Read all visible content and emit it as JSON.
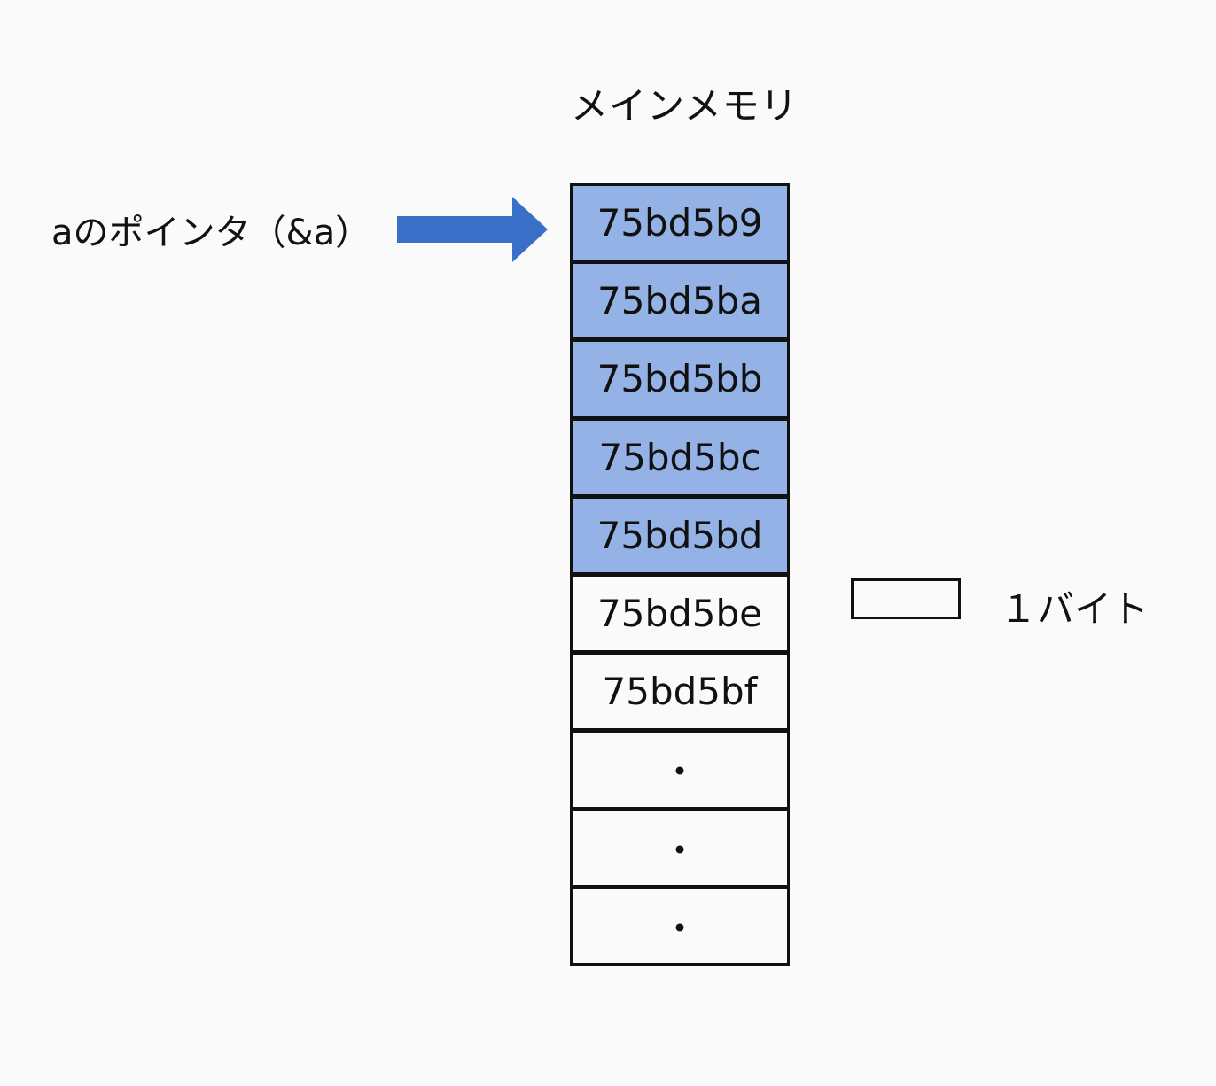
{
  "title": "メインメモリ",
  "pointer_label": "aのポインタ（&a）",
  "memory_cells": [
    {
      "label": "75bd5b9",
      "allocated": true
    },
    {
      "label": "75bd5ba",
      "allocated": true
    },
    {
      "label": "75bd5bb",
      "allocated": true
    },
    {
      "label": "75bd5bc",
      "allocated": true
    },
    {
      "label": "75bd5bd",
      "allocated": true
    },
    {
      "label": "75bd5be",
      "allocated": false
    },
    {
      "label": "75bd5bf",
      "allocated": false
    },
    {
      "label": "・",
      "allocated": false
    },
    {
      "label": "・",
      "allocated": false
    },
    {
      "label": "・",
      "allocated": false
    }
  ],
  "legend": {
    "label": "１バイト"
  },
  "colors": {
    "allocated_fill": "#94b2e6",
    "empty_fill": "#fafafa",
    "arrow": "#3a6fc8",
    "border": "#111111"
  },
  "icons": {
    "pointer_arrow": "right-arrow-icon"
  }
}
